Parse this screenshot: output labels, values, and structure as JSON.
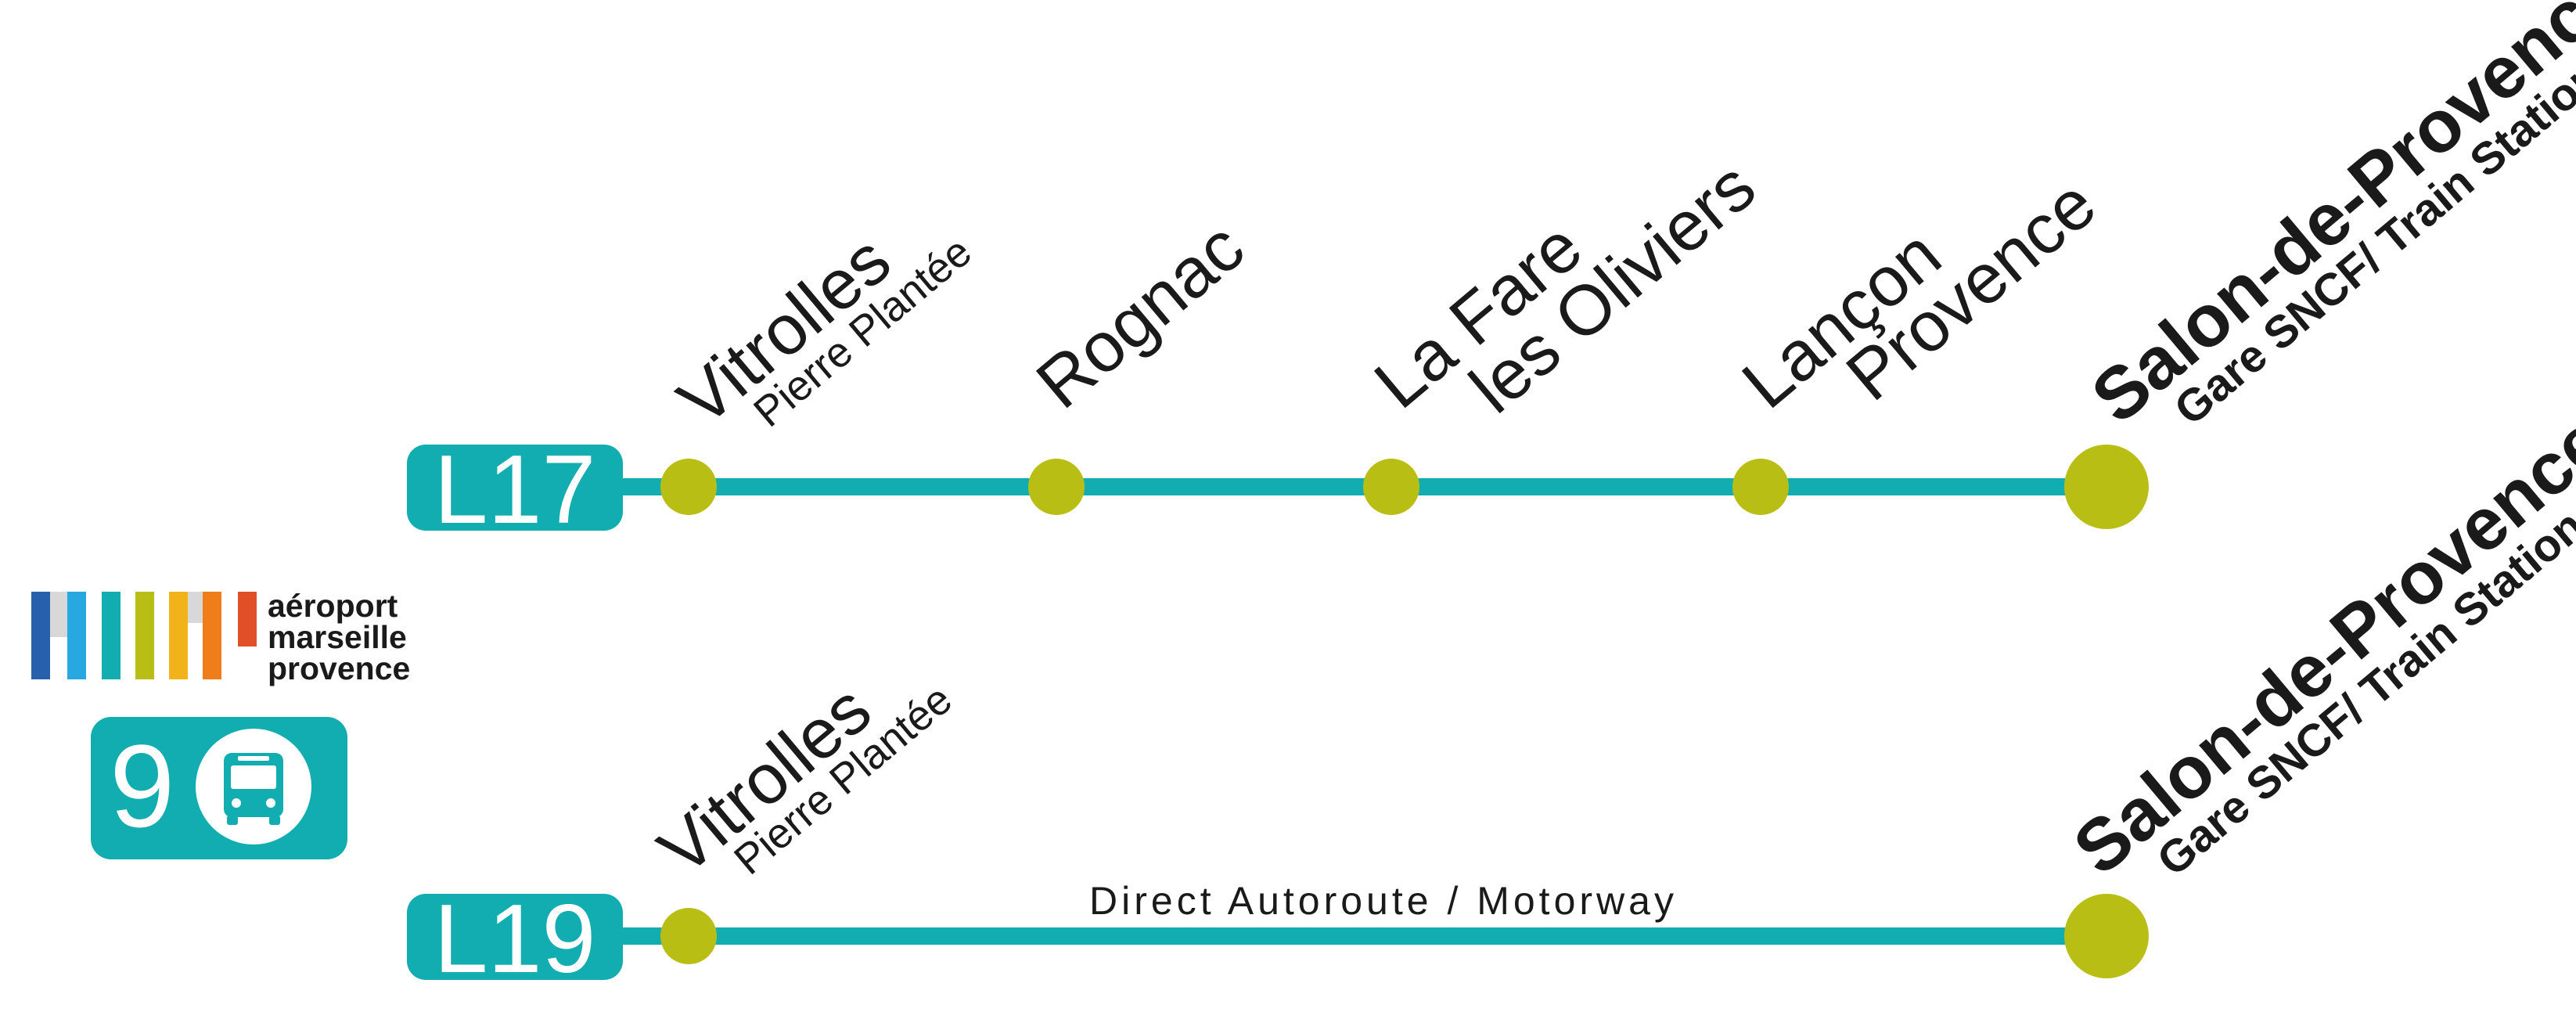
{
  "colors": {
    "teal": "#12adb0",
    "stop": "#b9be14",
    "logo_stripes": [
      "#2760ad",
      "#27a8e0",
      "#12adb0",
      "#b9be14",
      "#f1b21a",
      "#ef7d1a",
      "#e04f27"
    ]
  },
  "logo": {
    "line1": "aéroport",
    "line2": "marseille",
    "line3": "provence"
  },
  "service_badge": {
    "number": "9",
    "icon": "bus-icon"
  },
  "lines": [
    {
      "id": "L17",
      "stops": [
        {
          "name": "Vitrolles",
          "sub": "Pierre Plantée"
        },
        {
          "name": "Rognac",
          "sub": ""
        },
        {
          "name": "La Fare",
          "sub": "les Oliviers"
        },
        {
          "name": "Lançon",
          "sub": "Provence"
        },
        {
          "name": "Salon-de-Provence",
          "sub": "Gare SNCF/ Train Station",
          "terminus": true
        }
      ]
    },
    {
      "id": "L19",
      "note": "Direct Autoroute / Motorway",
      "stops": [
        {
          "name": "Vitrolles",
          "sub": "Pierre Plantée"
        },
        {
          "name": "Salon-de-Provence",
          "sub": "Gare SNCF/ Train Station",
          "terminus": true
        }
      ]
    }
  ]
}
